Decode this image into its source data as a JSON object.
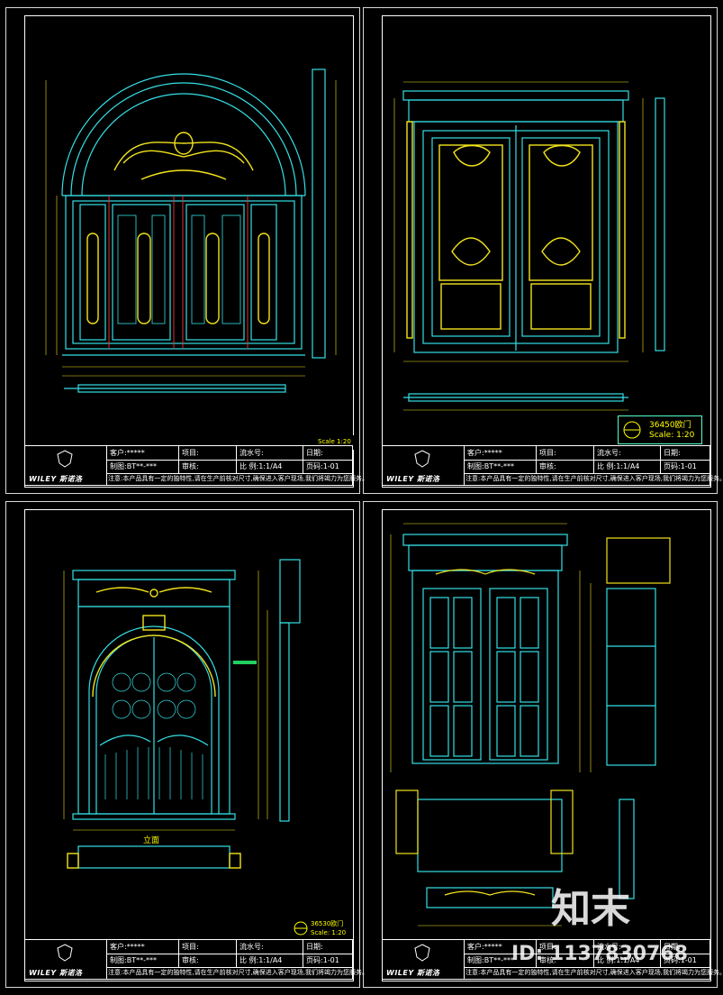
{
  "sheets": [
    {
      "title": "",
      "scale": "Scale 1:20",
      "titleblock": {
        "client_label": "客户:",
        "client_value": "*****",
        "drawn_label": "制图:",
        "drawn_value": "BT**-***",
        "project_label": "项目:",
        "review_label": "审核:",
        "serial_label": "流水号:",
        "ratio_label": "比  例:",
        "ratio_value": "1:1/A4",
        "date_label": "日期:",
        "page_label": "页码:",
        "page_value": "1-01",
        "brand": "WILEY 斯诺洛",
        "note": "注意:本产品具有一定的独特性,请在生产前核对尺寸,确保进入客户现场,我们将竭力为您服务。"
      }
    },
    {
      "title": "36450欧门",
      "scale": "Scale: 1:20",
      "titleblock": {
        "client_label": "客户:",
        "client_value": "*****",
        "drawn_label": "制图:",
        "drawn_value": "BT**-***",
        "project_label": "项目:",
        "review_label": "审核:",
        "serial_label": "流水号:",
        "ratio_label": "比  例:",
        "ratio_value": "1:1/A4",
        "date_label": "日期:",
        "page_label": "页码:",
        "page_value": "1-01",
        "brand": "WILEY 斯诺洛",
        "note": "注意:本产品具有一定的独特性,请在生产前核对尺寸,确保进入客户现场,我们将竭力为您服务。"
      }
    },
    {
      "title": "36530欧门",
      "scale": "Scale: 1:20",
      "section_label": "立面",
      "titleblock": {
        "client_label": "客户:",
        "client_value": "*****",
        "drawn_label": "制图:",
        "drawn_value": "BT**-***",
        "project_label": "项目:",
        "review_label": "审核:",
        "serial_label": "流水号:",
        "ratio_label": "比  例:",
        "ratio_value": "1:1/A4",
        "date_label": "日期:",
        "page_label": "页码:",
        "page_value": "1-01",
        "brand": "WILEY 斯诺洛",
        "note": "注意:本产品具有一定的独特性,请在生产前核对尺寸,确保进入客户现场,我们将竭力为您服务。"
      }
    },
    {
      "title": "",
      "scale": "",
      "titleblock": {
        "client_label": "客户:",
        "client_value": "*****",
        "drawn_label": "制图:",
        "drawn_value": "BT**-***",
        "project_label": "项目:",
        "review_label": "审核:",
        "serial_label": "流水号:",
        "ratio_label": "比  例:",
        "ratio_value": "1:1/A4",
        "date_label": "日期:",
        "page_label": "页码:",
        "page_value": "1-01",
        "brand": "WILEY 斯诺洛",
        "note": "注意:本产品具有一定的独特性,请在生产前核对尺寸,确保进入客户现场,我们将竭力为您服务。"
      }
    }
  ],
  "watermark": {
    "brand": "知末",
    "id": "ID: 1137830768"
  },
  "colors": {
    "cyan": "#34e0e6",
    "yellow": "#f2e31c",
    "white": "#ffffff",
    "green": "#20d060",
    "red": "#e03030"
  }
}
